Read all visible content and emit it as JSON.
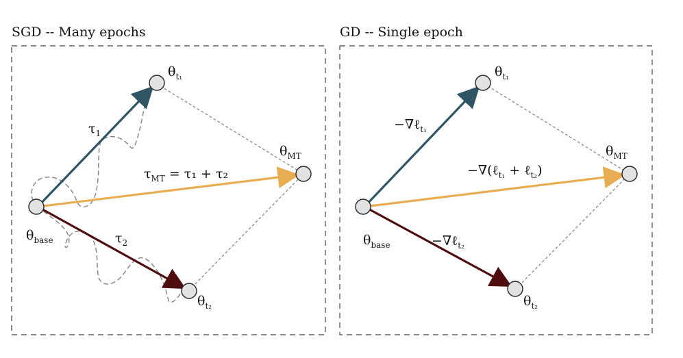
{
  "colors": {
    "task1": "#2f5565",
    "task2": "#4f0d10",
    "multitask": "#e8ad52",
    "node_fill": "#e2e2e2",
    "node_stroke": "#222222",
    "dashed": "#8a8a8a",
    "frame": "#444444",
    "wiggle": "#808080"
  },
  "panels": [
    {
      "title": "SGD -- Many epochs",
      "nodes": {
        "base": {
          "sym": "θ",
          "sub": "base"
        },
        "t1": {
          "sym": "θ",
          "sub": "t₁"
        },
        "t2": {
          "sym": "θ",
          "sub": "t₂"
        },
        "mt": {
          "sym": "θ",
          "sub": "MT"
        }
      },
      "labels": {
        "task1": {
          "main": "τ",
          "sub": "1"
        },
        "task2": {
          "main": "τ",
          "sub": "2"
        },
        "multitask": {
          "main": "τ",
          "sub": "MT",
          "rest": " = τ₁ + τ₂"
        }
      }
    },
    {
      "title": "GD -- Single epoch",
      "nodes": {
        "base": {
          "sym": "θ",
          "sub": "base"
        },
        "t1": {
          "sym": "θ",
          "sub": "t₁"
        },
        "t2": {
          "sym": "θ",
          "sub": "t₂"
        },
        "mt": {
          "sym": "θ",
          "sub": "MT"
        }
      },
      "labels": {
        "task1": {
          "main": "−∇ℓ",
          "sub": "t₁"
        },
        "task2": {
          "main": "−∇ℓ",
          "sub": "t₂"
        },
        "multitask": {
          "main": "−∇(ℓ",
          "sub": "t₁",
          "rest": " + ℓ",
          "sub2": "t₂",
          "tail": ")"
        }
      }
    }
  ]
}
